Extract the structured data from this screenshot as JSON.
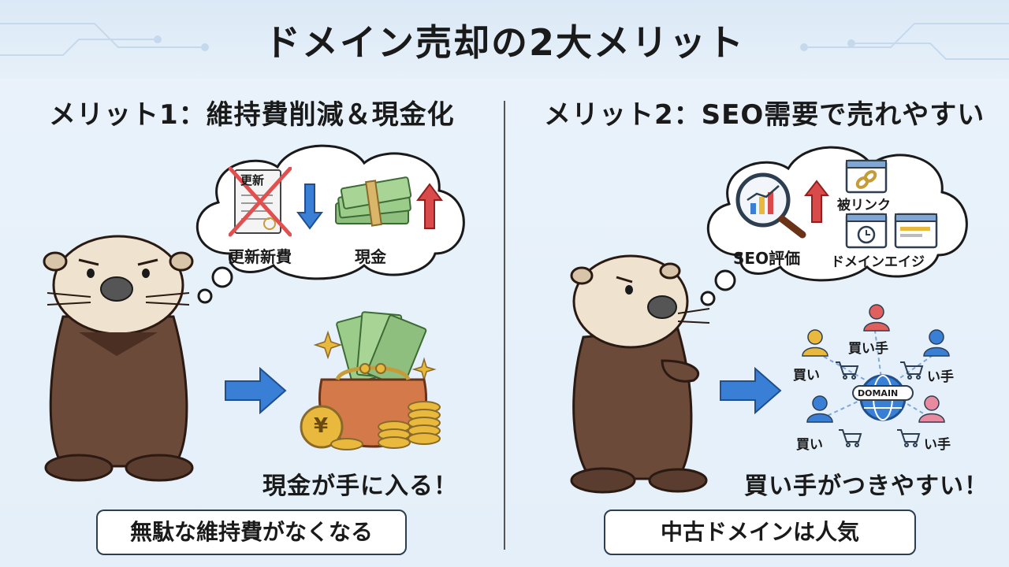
{
  "title": "ドメイン売却の2大メリット",
  "left": {
    "heading": "メリット1：維持費削減＆現金化",
    "doc_text": "更新",
    "renewal_label": "更新新費",
    "cash_label": "現金",
    "callout": "現金が手に入る！",
    "caption": "無駄な維持費がなくなる",
    "coin_symbol": "¥"
  },
  "right": {
    "heading": "メリット2：SEO需要で売れやすい",
    "seo_label": "SEO評価",
    "backlink_label": "被リンク",
    "age_label": "ドメインエイジ",
    "network": {
      "top": "買い手",
      "mid_left": "買い",
      "mid_right": "い手",
      "bottom_left": "買い",
      "bottom_right": "い手",
      "center": "DOMAIN"
    },
    "callout": "買い手がつきやすい！",
    "caption": "中古ドメインは人気"
  },
  "colors": {
    "arrow_blue": "#3a7fd6",
    "arrow_red": "#d94a4a",
    "otter_body": "#6b4a3a",
    "otter_face": "#efe3cf",
    "cash_green": "#8fbf7f",
    "purse": "#d47a4a",
    "coin": "#e8b93c"
  }
}
